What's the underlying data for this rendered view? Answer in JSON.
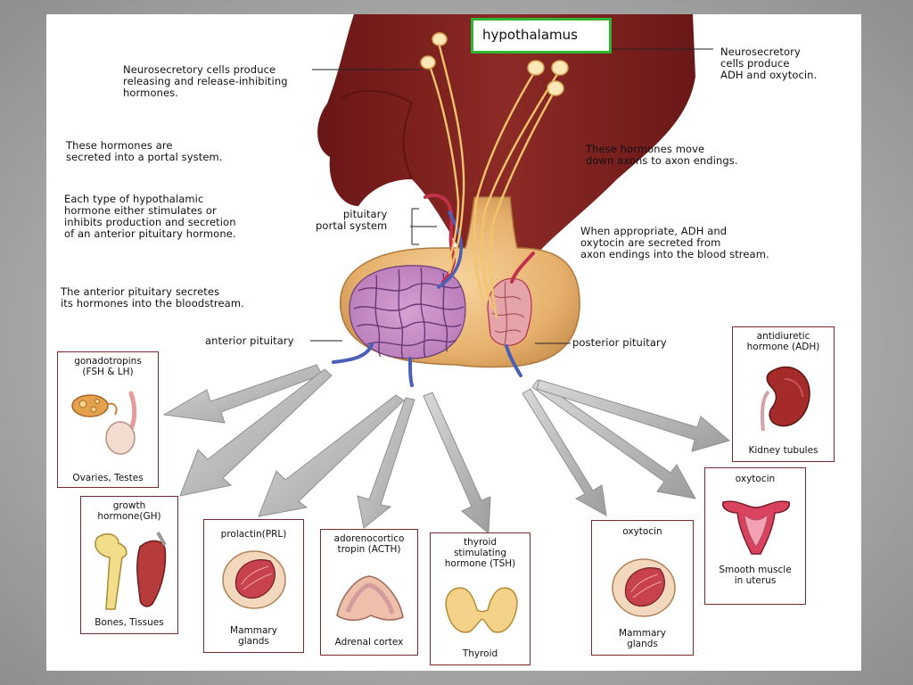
{
  "hypothalamus_label": "hypothalamus",
  "annotations": {
    "neurosecretory_releasing": "Neurosecretory cells produce\nreleasing and release-inhibiting\nhormones.",
    "neurosecretory_adh": "Neurosecretory\ncells produce\nADH and oxytocin.",
    "portal_secretion": "These hormones are\nsecreted into a portal system.",
    "axon_move": "These hormones move\ndown axons to axon endings.",
    "each_type": "Each type of hypothalamic\nhormone either stimulates or\ninhibits production and secretion\nof an anterior pituitary hormone.",
    "portal_system": "pituitary\nportal system",
    "adh_secreted": "When appropriate, ADH and\noxytocin are secreted from\naxon endings into the blood stream.",
    "anterior_secretes": "The anterior pituitary secretes\nits hormones into the bloodstream.",
    "anterior_pituitary": "anterior pituitary",
    "posterior_pituitary": "posterior pituitary"
  },
  "targets": [
    {
      "id": "gonadotropins",
      "hormone": "gonadotropins\n(FSH & LH)",
      "organ": "Ovaries, Testes",
      "icon": "ovary-testis-icon"
    },
    {
      "id": "growth",
      "hormone": "growth\nhormone(GH)",
      "organ": "Bones, Tissues",
      "icon": "bone-muscle-icon"
    },
    {
      "id": "prolactin",
      "hormone": "prolactin(PRL)",
      "organ": "Mammary\nglands",
      "icon": "mammary-gland-icon"
    },
    {
      "id": "acth",
      "hormone": "adorenocortico\ntropin (ACTH)",
      "organ": "Adrenal cortex",
      "icon": "adrenal-icon"
    },
    {
      "id": "tsh",
      "hormone": "thyroid\nstimulating\nhormone (TSH)",
      "organ": "Thyroid",
      "icon": "thyroid-icon"
    },
    {
      "id": "oxytocin_mammary",
      "hormone": "oxytocin",
      "organ": "Mammary\nglands",
      "icon": "mammary-gland-icon"
    },
    {
      "id": "oxytocin_uterus",
      "hormone": "oxytocin",
      "organ": "Smooth muscle\nin uterus",
      "icon": "uterus-icon"
    },
    {
      "id": "adh",
      "hormone": "antidiuretic\nhormone (ADH)",
      "organ": "Kidney tubules",
      "icon": "kidney-icon"
    }
  ],
  "colors": {
    "brain": "#7e2020",
    "pituitary": "#e9b777",
    "vessel_blue": "#4a5fb8",
    "vessel_red": "#c2304a",
    "neuron": "#f2c46b",
    "arrow": "#bdbdbd",
    "box_border": "#7a2b2b",
    "hypo_border": "#2fb52f"
  }
}
